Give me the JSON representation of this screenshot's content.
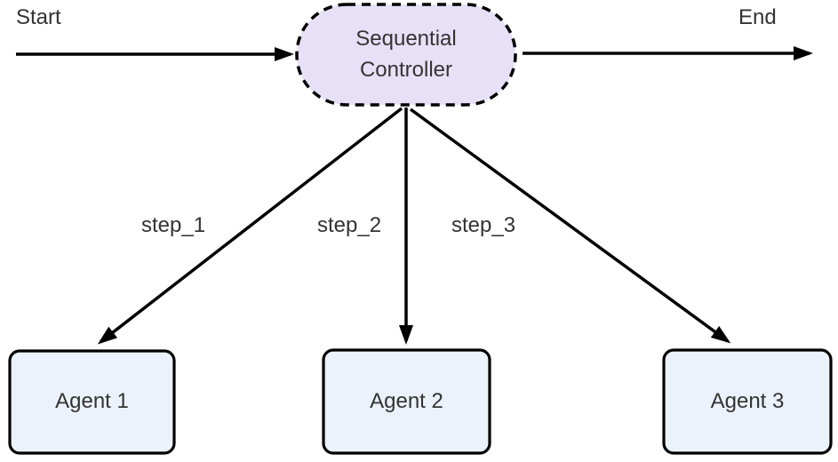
{
  "diagram": {
    "type": "flowchart",
    "background": "#ffffff",
    "colors": {
      "edge_stroke": "#000000",
      "text": "#333333",
      "controller_fill": "#e7e1f7",
      "controller_border": "#000000",
      "agent_fill": "#ecf2fb",
      "agent_border": "#000000"
    },
    "labels": {
      "start": "Start",
      "end": "End"
    },
    "nodes": {
      "controller": {
        "label": "Sequential Controller",
        "shape": "stadium",
        "border_style": "dashed"
      },
      "agent1": {
        "label": "Agent 1",
        "shape": "rounded-rect",
        "border_style": "solid"
      },
      "agent2": {
        "label": "Agent 2",
        "shape": "rounded-rect",
        "border_style": "solid"
      },
      "agent3": {
        "label": "Agent 3",
        "shape": "rounded-rect",
        "border_style": "solid"
      }
    },
    "edges": [
      {
        "from": "start",
        "to": "controller",
        "label": ""
      },
      {
        "from": "controller",
        "to": "end",
        "label": ""
      },
      {
        "from": "controller",
        "to": "agent1",
        "label": "step_1"
      },
      {
        "from": "controller",
        "to": "agent2",
        "label": "step_2"
      },
      {
        "from": "controller",
        "to": "agent3",
        "label": "step_3"
      }
    ],
    "edge_labels": {
      "step1": "step_1",
      "step2": "step_2",
      "step3": "step_3"
    }
  }
}
